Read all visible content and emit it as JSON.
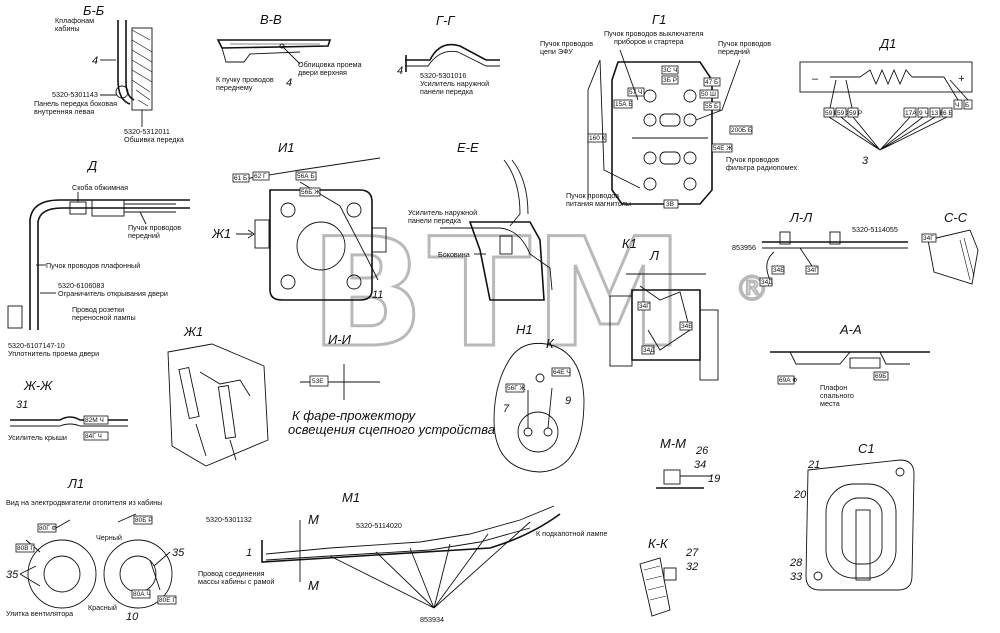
{
  "watermark": {
    "text": "BTM",
    "reg": "®"
  },
  "sections": {
    "bb": "Б-Б",
    "vv": "В-В",
    "gg": "Г-Г",
    "g1": "Г1",
    "d1": "Д1",
    "d": "Д",
    "i1": "И1",
    "ee": "Е-Е",
    "zh1_left": "Ж1",
    "k1": "К1",
    "ll": "Л-Л",
    "ss": "С-С",
    "ii": "И-И",
    "zh1": "Ж1",
    "n1": "Н1",
    "aa": "А-А",
    "zhzh": "Ж-Ж",
    "mm": "М-М",
    "c1": "С1",
    "l1": "Л1",
    "m1": "М1",
    "kk": "К-К",
    "k_mark": "К",
    "l_mark": "Л",
    "m_mark_top": "М",
    "m_mark_bot": "М"
  },
  "labels": {
    "bb_a": "Кплафонам",
    "bb_b": "кабины",
    "bb_part1": "5320-5301143",
    "bb_part1_a": "Панель передка боковая",
    "bb_part1_b": "внутренняя левая",
    "bb_part2": "5320-5312011",
    "bb_part2_a": "Обшивка передка",
    "vv_a": "Облицовка проема",
    "vv_b": "двери верхняя",
    "vv_c": "К пучку проводов",
    "vv_d": "переднему",
    "gg_part": "5320-5301016",
    "gg_a": "Усилитель наружной",
    "gg_b": "панели передка",
    "g1_a": "Пучок проводов",
    "g1_b": "цепи ЭФУ",
    "g1_c": "Пучок проводов выключателя",
    "g1_d": "приборов и стартера",
    "g1_e": "Пучок проводов",
    "g1_f": "передний",
    "g1_g": "Пучок проводов",
    "g1_h": "фильтра радиопомех",
    "g1_i": "Пучок проводов",
    "g1_j": "питания магнитолы",
    "d_a": "Скоба обжимная",
    "d_b": "Пучок проводов",
    "d_c": "передний",
    "d_d": "Пучок проводов плафонный",
    "d_part": "5320-6106083",
    "d_e": "Ограничитель открывания двери",
    "d_f": "Провод розетки",
    "d_g": "переносной лампы",
    "d_part2": "5320-6107147-10",
    "d_h": "Уплотнитель проема двери",
    "ee_a": "Усилитель наружной",
    "ee_b": "панели передка",
    "ee_c": "Боковина",
    "ll_part1": "853956",
    "ll_part2": "5320-5114055",
    "aa_a": "Плафон",
    "aa_b": "спального",
    "aa_c": "места",
    "ii_a": "К фаре-прожектору",
    "ii_b": "освещения сцепного устройства",
    "zhzh_a": "Усилитель крыши",
    "l1_a": "Вид на электродвигатели отопителя из кабины",
    "l1_b": "Черный",
    "l1_c": "Красный",
    "l1_d": "Улитка вентилятора",
    "m1_part1": "5320-5301132",
    "m1_part2": "5320-5114020",
    "m1_a": "Провод соединения",
    "m1_b": "массы кабины с рамой",
    "m1_c": "К подкапотной лампе",
    "m1_part3": "853934"
  },
  "numbers": {
    "n4a": "4",
    "n4b": "4",
    "n4c": "4",
    "n3": "3",
    "n11": "11",
    "n31": "31",
    "n7": "7",
    "n9": "9",
    "n26": "26",
    "n34": "34",
    "n19": "19",
    "n21": "21",
    "n20": "20",
    "n28": "28",
    "n33": "33",
    "n27": "27",
    "n32": "32",
    "n1": "1",
    "n35a": "35",
    "n35b": "35",
    "n10": "10"
  },
  "tags": {
    "g1": [
      "3С Ч",
      "3Б Р",
      "57 Ч",
      "15А Б",
      "47 Б",
      "50 Ш",
      "55 Б",
      "160 К",
      "200Б Б",
      "54Е Ж",
      "3В"
    ],
    "d1": [
      "59 Р",
      "59 Ж",
      "59 Р",
      "17А",
      "9 Ч",
      "13 Б",
      "6 Б",
      "Ч",
      "Б"
    ],
    "i1": [
      "61 Б",
      "62 Г",
      "56А Б",
      "56Б Ж"
    ],
    "ll": [
      "34Б",
      "34Г",
      "34Д"
    ],
    "ss": [
      "34Г"
    ],
    "ii": [
      "53Е"
    ],
    "k1": [
      "34Г",
      "34Б",
      "34Д"
    ],
    "n1": [
      "56Г Ж",
      "64Е Ч"
    ],
    "aa": [
      "69А Ф",
      "69Б"
    ],
    "zhzh": [
      "82М Ч",
      "84Г Ч"
    ],
    "l1": [
      "80Г Ф",
      "80Б Р",
      "80В Г",
      "80А Ч",
      "80Е Г"
    ]
  },
  "symbols": {
    "minus": "–",
    "plus": "+"
  }
}
